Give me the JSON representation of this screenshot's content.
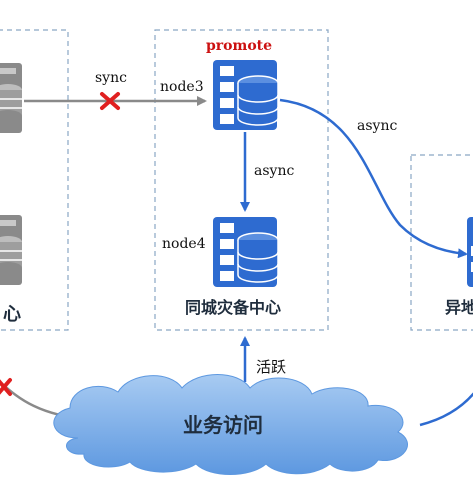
{
  "labels": {
    "promote": "promote",
    "sync": "sync",
    "node3": "node3",
    "node4": "node4",
    "async_right": "async",
    "async_down": "async",
    "same_city_dc": "同城灾备中心",
    "remote_dc_partial": "异地",
    "left_dc_partial": "心",
    "active": "活跃",
    "business_access": "业务访问"
  },
  "colors": {
    "blue": "#2e6bd0",
    "gray": "#8a8a8a",
    "red": "#e02020",
    "promote_red": "#cc1111",
    "dashed_border": "#8aa7c4"
  },
  "icons": {
    "left_server_top": "database-server-icon-gray",
    "left_server_bottom": "database-server-icon-gray",
    "node3": "database-server-icon-blue",
    "node4": "database-server-icon-blue",
    "remote_server": "database-server-icon-blue",
    "sync_blocked": "red-x-icon",
    "access_blocked": "red-x-icon",
    "cloud": "cloud-icon"
  }
}
